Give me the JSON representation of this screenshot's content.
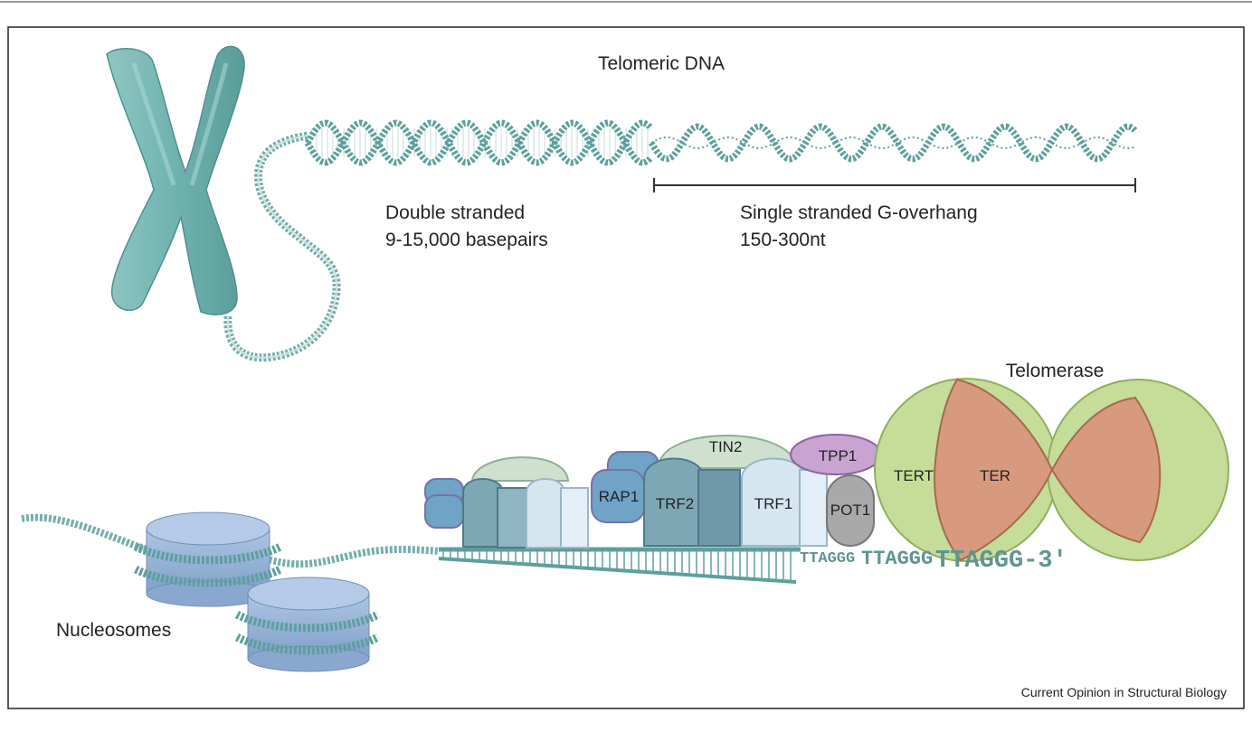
{
  "figure": {
    "title": "Telomeric DNA",
    "double_stranded": {
      "line1": "Double stranded",
      "line2": "9-15,000 basepairs"
    },
    "single_stranded": {
      "line1": "Single stranded G-overhang",
      "line2": "150-300nt"
    },
    "telomerase_label": "Telomerase",
    "proteins": {
      "tin2": "TIN2",
      "tpp1": "TPP1",
      "rap1": "RAP1",
      "trf2": "TRF2",
      "trf1": "TRF1",
      "pot1": "POT1",
      "tert": "TERT",
      "ter": "TER"
    },
    "sequence": {
      "part1": "TTAGGG",
      "part2": "TTAGGG",
      "part3": "TTAGGG-3′"
    },
    "nucleosomes_label": "Nucleosomes",
    "source": "Current Opinion in Structural Biology"
  },
  "colors": {
    "chromosome": "#6fb2b0",
    "dna": "#5e9f9d",
    "tin2": "#cfe0cf",
    "tpp1": "#c9a4d3",
    "rap1": "#6fa3c8",
    "trf2": "#7ea7b6",
    "trf1": "#d6e6f1",
    "pot1": "#a9a9a9",
    "tert": "#c6dc99",
    "ter": "#d89a7e",
    "nucleosome": "#9fb8d9"
  }
}
